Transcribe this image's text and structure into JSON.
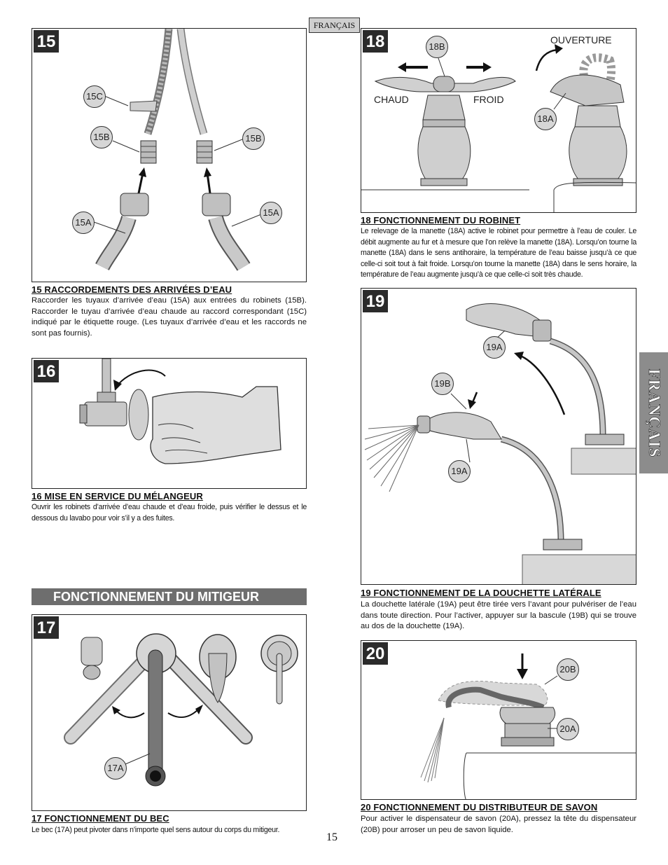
{
  "header": {
    "lang_tag": "FRANÇAIS"
  },
  "side_tab": {
    "label": "FRANÇAIS"
  },
  "section_header": "FONCTIONNEMENT DU MITIGEUR",
  "page_number": "15",
  "colors": {
    "step_badge": "#2b2b2b",
    "callout_fill": "#d6d6d6",
    "section_band": "#6e6e6e",
    "side_tab": "#8c8c8c"
  },
  "steps": {
    "s15": {
      "number": "15",
      "title": "15  RACCORDEMENTS DES ARRIVÉES D’EAU",
      "text": "Raccorder les tuyaux d’arrivée d’eau (15A) aux entrées du robinets (15B). Raccorder le tuyau d’arrivée d’eau chaude au raccord correspondant (15C) indiqué par le étiquette rouge. (Les tuyaux d’arrivée d’eau et les raccords ne sont pas fournis).",
      "callouts": [
        "15C",
        "15B",
        "15B",
        "15A",
        "15A"
      ]
    },
    "s16": {
      "number": "16",
      "title": "16  MISE EN SERVICE DU MÉLANGEUR",
      "text": "Ouvrir les robinets d’arrivée d’eau chaude et d’eau froide, puis vérifier le dessus et le dessous du lavabo pour voir s’il y a des fuites."
    },
    "s17": {
      "number": "17",
      "title": "17  FONCTIONNEMENT DU BEC",
      "text": "Le bec (17A) peut pivoter dans n’importe quel sens autour du corps du mitigeur.",
      "callouts": [
        "17A"
      ]
    },
    "s18": {
      "number": "18",
      "title": "18  FONCTIONNEMENT DU ROBINET",
      "text": "Le relevage de la manette (18A) active le robinet pour permettre à l’eau de couler. Le débit augmente au fur et à mesure que l’on relève la manette (18A). Lorsqu’on tourne la manette (18A) dans le sens antihoraire, la température de l’eau baisse jusqu’à ce que celle-ci soit tout à fait froide. Lorsqu’on tourne la manette (18A) dans le sens horaire, la température de l’eau augmente jusqu’à ce que celle-ci soit très chaude.",
      "callouts": [
        "18B",
        "18A"
      ],
      "labels": {
        "hot": "CHAUD",
        "cold": "FROID",
        "open": "OUVERTURE"
      }
    },
    "s19": {
      "number": "19",
      "title": "19  FONCTIONNEMENT DE LA DOUCHETTE LATÉRALE",
      "text": "La douchette latérale (19A) peut être tirée vers l’avant pour pulvériser de l’eau dans toute direction. Pour l’activer, appuyer sur la bascule (19B) qui se trouve au dos de la douchette (19A).",
      "callouts": [
        "19A",
        "19B",
        "19A"
      ]
    },
    "s20": {
      "number": "20",
      "title": "20  FONCTIONNEMENT DU DISTRIBUTEUR DE SAVON",
      "text": "Pour activer le dispensateur de savon (20A), pressez la tête du dispensateur (20B) pour arroser un peu de savon liquide.",
      "callouts": [
        "20B",
        "20A"
      ]
    }
  }
}
